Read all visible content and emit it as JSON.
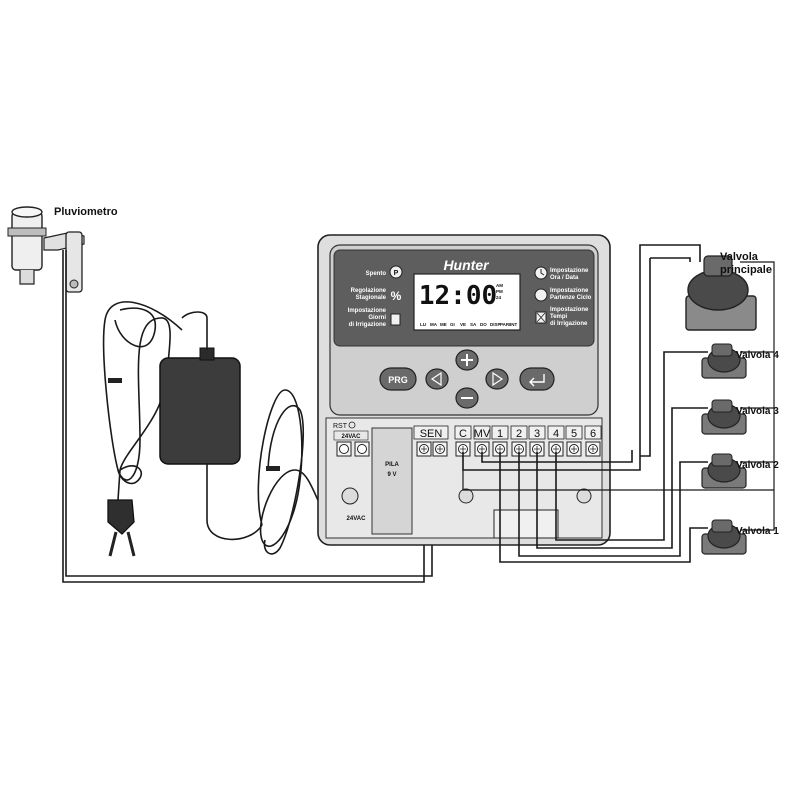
{
  "labels": {
    "rain_sensor": "Pluviometro",
    "master_valve": "Valvola principale",
    "master_valve_line1": "Valvola",
    "master_valve_line2": "principale",
    "valve_4": "Valvola 4",
    "valve_3": "Valvola 3",
    "valve_2": "Valvola 2",
    "valve_1": "Valvola 1"
  },
  "controller": {
    "brand": "Hunter",
    "display_time": "12:00",
    "display_ampm": [
      "AM",
      "PM",
      "24"
    ],
    "days": [
      "LU",
      "MA",
      "ME",
      "GI",
      "VE",
      "SA",
      "DO",
      "DISP",
      "PARI",
      "INT"
    ],
    "left_modes": [
      {
        "text": [
          "Spento"
        ]
      },
      {
        "text": [
          "Regolazione",
          "Stagionale"
        ]
      },
      {
        "text": [
          "Impostazione",
          "Giorni",
          "di Irrigazione"
        ]
      }
    ],
    "right_modes": [
      {
        "text": [
          "Impostazione",
          "Ora / Data"
        ]
      },
      {
        "text": [
          "Impostazione",
          "Partenze Ciclo"
        ]
      },
      {
        "text": [
          "Impostazione",
          "Tempi",
          "di Irrigazione"
        ]
      }
    ],
    "prg_button": "PRG",
    "rst_label": "RST",
    "ac_terminal_label": "24VAC",
    "ac_bottom_label": "24VAC",
    "battery_line1": "PILA",
    "battery_line2": "9 V",
    "terminals": [
      "SEN",
      "C",
      "MV",
      "1",
      "2",
      "3",
      "4",
      "5",
      "6"
    ]
  },
  "colors": {
    "panel_bg": "#d4d4d4",
    "panel_dark": "#5e5e5e",
    "adapter": "#3c3c3c",
    "valve_body": "#4a4a4a",
    "wire": "#1a1a1a"
  }
}
